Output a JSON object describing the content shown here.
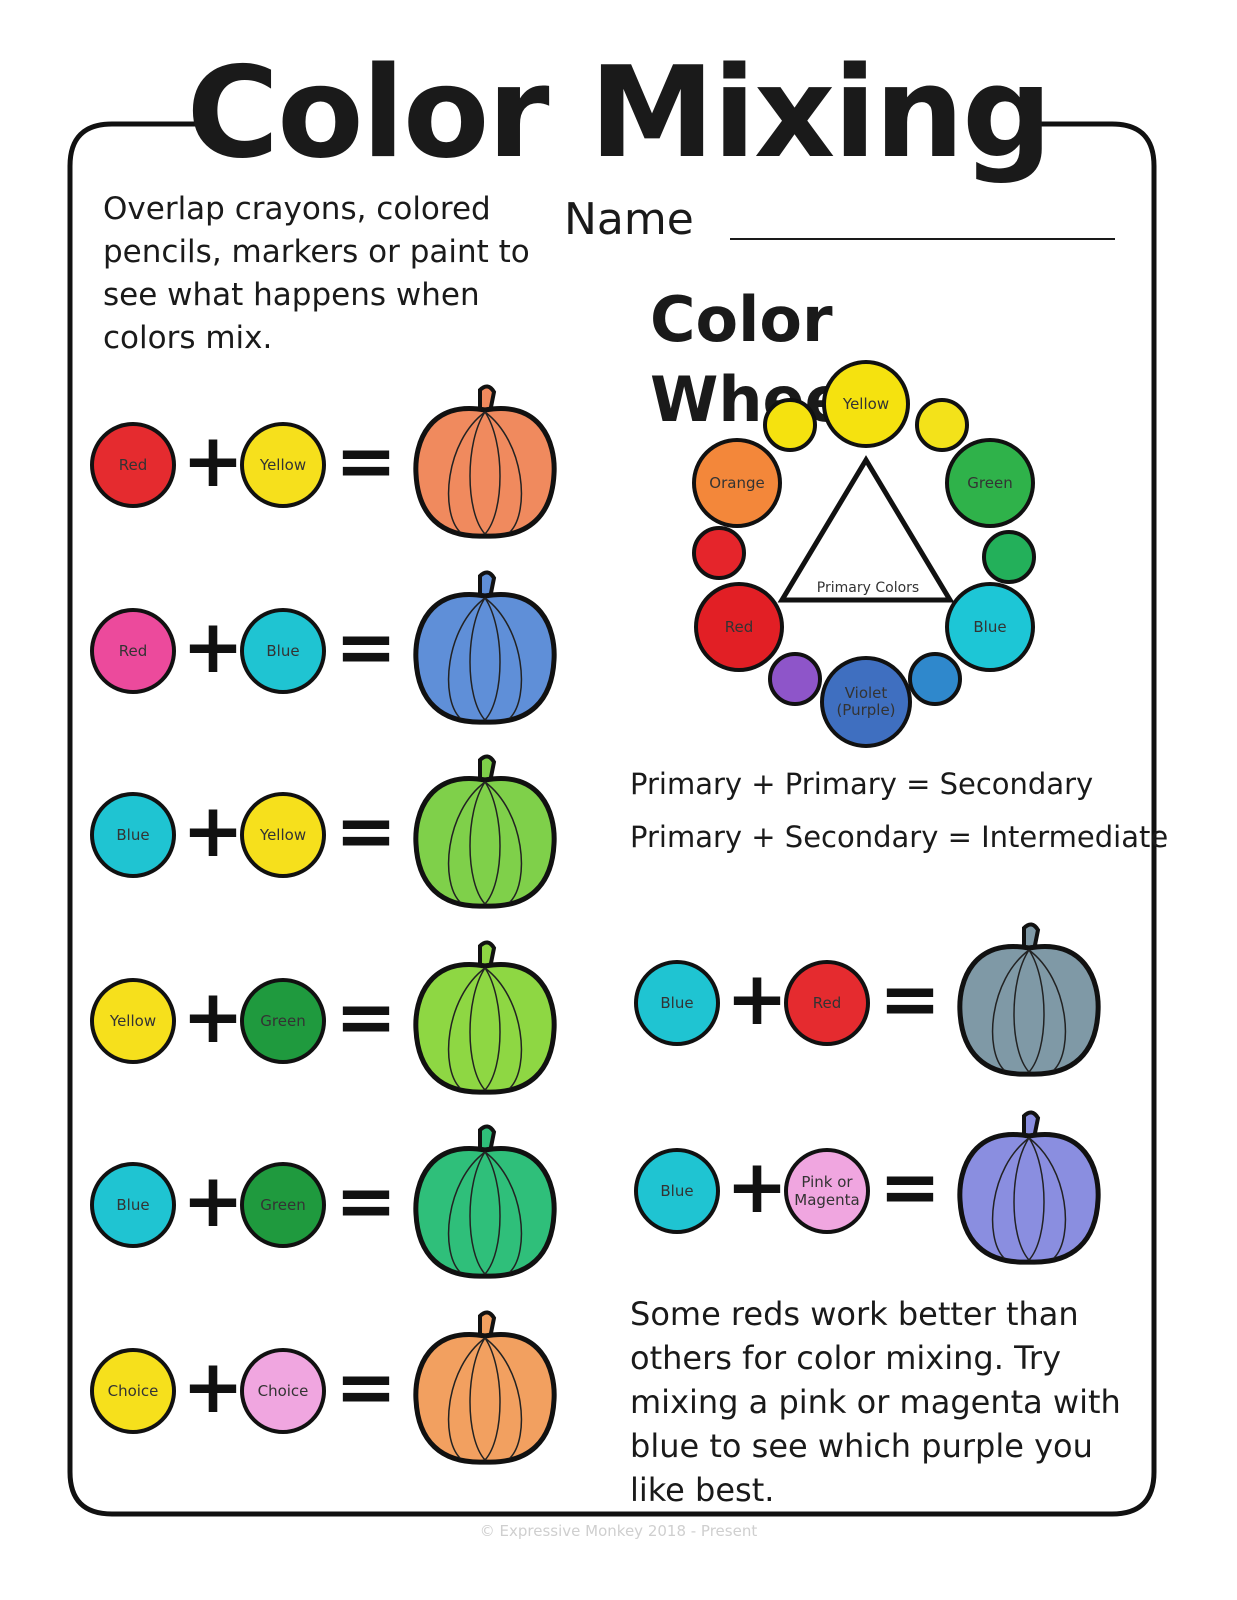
{
  "title": "Color Mixing",
  "intro": "Overlap crayons, colored pencils, markers or paint to see what happens when colors mix.",
  "name_label": "Name",
  "wheel": {
    "title": "Color Wheel",
    "triangle_label": "Primary Colors",
    "circles": [
      {
        "label": "Yellow",
        "color": "#f5e20f"
      },
      {
        "label": "",
        "color": "#f5e20f"
      },
      {
        "label": "",
        "color": "#f3e21a"
      },
      {
        "label": "Green",
        "color": "#2fb24a"
      },
      {
        "label": "",
        "color": "#23b05a"
      },
      {
        "label": "Blue",
        "color": "#1dc6d6"
      },
      {
        "label": "",
        "color": "#2f88cc"
      },
      {
        "label": "Violet (Purple)",
        "color": "#3f6fc0"
      },
      {
        "label": "",
        "color": "#8e55c9"
      },
      {
        "label": "Red",
        "color": "#e21f25"
      },
      {
        "label": "",
        "color": "#e5252b"
      },
      {
        "label": "Orange",
        "color": "#f3873a"
      }
    ]
  },
  "formulas": [
    "Primary + Primary = Secondary",
    "Primary + Secondary = Intermediate"
  ],
  "mixes_left": [
    {
      "a": {
        "label": "Red",
        "color": "#e52b2f"
      },
      "b": {
        "label": "Yellow",
        "color": "#f6e01c"
      },
      "result_color": "#f08a5e"
    },
    {
      "a": {
        "label": "Red",
        "color": "#ec4a9c"
      },
      "b": {
        "label": "Blue",
        "color": "#1fc4d2"
      },
      "result_color": "#5f8fd8"
    },
    {
      "a": {
        "label": "Blue",
        "color": "#1fc4d2"
      },
      "b": {
        "label": "Yellow",
        "color": "#f6e01c"
      },
      "result_color": "#7fd04a"
    },
    {
      "a": {
        "label": "Yellow",
        "color": "#f6e01c"
      },
      "b": {
        "label": "Green",
        "color": "#1f9a3e"
      },
      "result_color": "#8ed743"
    },
    {
      "a": {
        "label": "Blue",
        "color": "#1fc4d2"
      },
      "b": {
        "label": "Green",
        "color": "#1f9a3e"
      },
      "result_color": "#2fbf7a"
    },
    {
      "a": {
        "label": "Choice",
        "color": "#f6e01c"
      },
      "b": {
        "label": "Choice",
        "color": "#f0a6e0"
      },
      "result_color": "#f2a060"
    }
  ],
  "mixes_right": [
    {
      "a": {
        "label": "Blue",
        "color": "#1fc4d2"
      },
      "b": {
        "label": "Red",
        "color": "#e52b2f"
      },
      "result_color": "#7f99a6"
    },
    {
      "a": {
        "label": "Blue",
        "color": "#1fc4d2"
      },
      "b": {
        "label": "Pink or Magenta",
        "color": "#f0a6e0"
      },
      "result_color": "#8a8ee0"
    }
  ],
  "note": "Some reds work better than others for color mixing. Try mixing a pink or magenta with blue to see which purple you like best.",
  "copyright": "© Expressive Monkey 2018 - Present"
}
